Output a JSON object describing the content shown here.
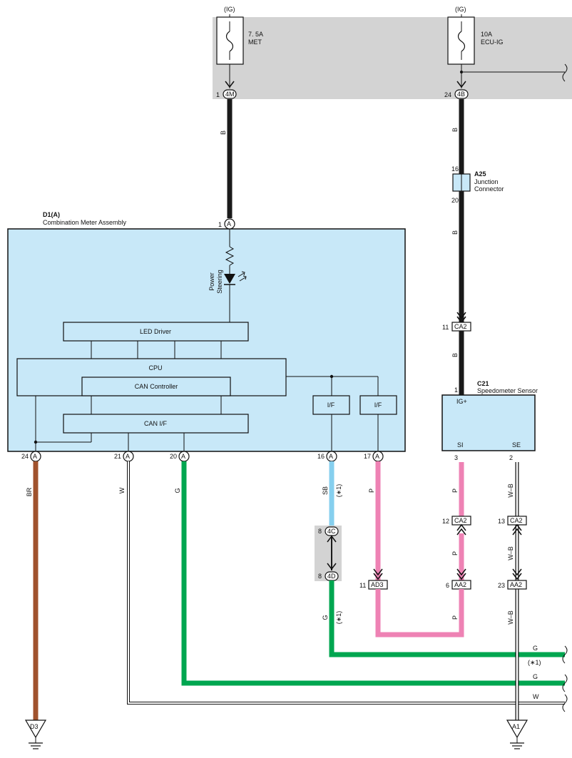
{
  "fuses": {
    "met": {
      "source": "(IG)",
      "rating": "7. 5A",
      "name": "MET",
      "pin": "1",
      "conn": "4M"
    },
    "ecu": {
      "source": "(IG)",
      "rating": "10A",
      "name": "ECU-IG",
      "pin": "24",
      "conn": "4B"
    }
  },
  "junction": {
    "id": "A25",
    "line1": "Junction",
    "line2": "Connector",
    "pin_top": "16",
    "pin_bottom": "20"
  },
  "meter": {
    "id": "D1(A)",
    "name": "Combination Meter Assembly",
    "top_pin": "1",
    "top_conn": "A",
    "indicator_line1": "Power",
    "indicator_line2": "Steering",
    "led_driver": "LED Driver",
    "cpu": "CPU",
    "can_controller": "CAN Controller",
    "can_if": "CAN I/F",
    "if1": "I/F",
    "if2": "I/F",
    "pins": [
      {
        "num": "24",
        "conn": "A"
      },
      {
        "num": "21",
        "conn": "A"
      },
      {
        "num": "20",
        "conn": "A"
      },
      {
        "num": "16",
        "conn": "A"
      },
      {
        "num": "17",
        "conn": "A"
      }
    ]
  },
  "sensor": {
    "id": "C21",
    "name": "Speedometer Sensor",
    "pin_top": "1",
    "ig": "IG+",
    "si": "SI",
    "se": "SE",
    "pin_si": "3",
    "pin_se": "2"
  },
  "connectors": {
    "ca2_a": {
      "pin": "11",
      "name": "CA2"
    },
    "ca2_b": {
      "pin": "12",
      "name": "CA2"
    },
    "ca2_c": {
      "pin": "13",
      "name": "CA2"
    },
    "aa2_a": {
      "pin": "6",
      "name": "AA2"
    },
    "aa2_b": {
      "pin": "23",
      "name": "AA2"
    },
    "ad3": {
      "pin": "11",
      "name": "AD3"
    },
    "c4c": {
      "pin": "8",
      "name": "4C"
    },
    "c4d": {
      "pin": "8",
      "name": "4D"
    }
  },
  "wire_labels": {
    "b1": "B",
    "b2": "B",
    "b3": "B",
    "b4": "B",
    "br": "BR",
    "w": "W",
    "g": "G",
    "sb": "SB",
    "p1": "P",
    "g2": "G",
    "p2": "P",
    "p3": "P",
    "p4": "P",
    "wb1": "W–B",
    "wb2": "W–B",
    "wb3": "W–B",
    "note1": "(∗1)",
    "note2": "(∗1)",
    "out_g1": "G",
    "out_note": "(∗1)",
    "out_g2": "G",
    "out_w": "W"
  },
  "grounds": {
    "left": "D3",
    "right": "A1"
  },
  "colors": {
    "black": "#1a1a1a",
    "brown": "#a0522d",
    "green": "#00a650",
    "pink": "#ee82b4",
    "sky": "#86cfee",
    "white_wire": "#ffffff",
    "box_fill": "#c8e8f8",
    "shade": "#d3d3d3"
  }
}
